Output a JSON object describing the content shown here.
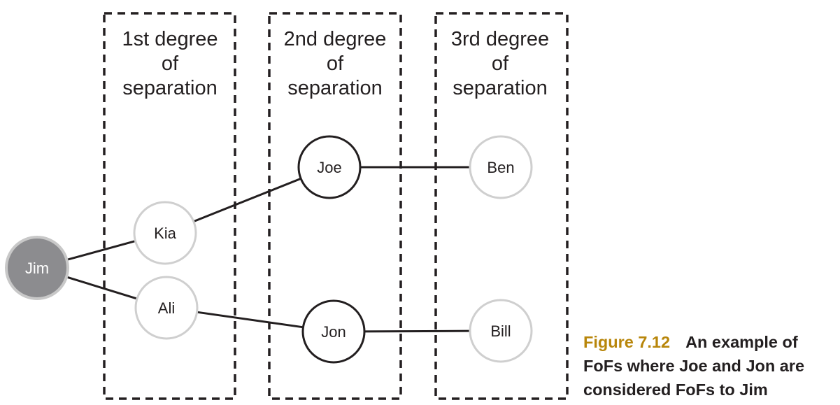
{
  "diagram": {
    "boxes": [
      {
        "id": "first",
        "heading": [
          "1st degree",
          "of",
          "separation"
        ]
      },
      {
        "id": "second",
        "heading": [
          "2nd degree",
          "of",
          "separation"
        ]
      },
      {
        "id": "third",
        "heading": [
          "3rd degree",
          "of",
          "separation"
        ]
      }
    ],
    "nodes": [
      {
        "id": "jim",
        "label": "Jim",
        "style": "root"
      },
      {
        "id": "kia",
        "label": "Kia",
        "style": "light"
      },
      {
        "id": "ali",
        "label": "Ali",
        "style": "light"
      },
      {
        "id": "joe",
        "label": "Joe",
        "style": "dark-outline"
      },
      {
        "id": "jon",
        "label": "Jon",
        "style": "dark-outline"
      },
      {
        "id": "ben",
        "label": "Ben",
        "style": "light"
      },
      {
        "id": "bill",
        "label": "Bill",
        "style": "light"
      }
    ],
    "edges": [
      [
        "jim",
        "kia"
      ],
      [
        "jim",
        "ali"
      ],
      [
        "kia",
        "joe"
      ],
      [
        "ali",
        "jon"
      ],
      [
        "joe",
        "ben"
      ],
      [
        "jon",
        "bill"
      ]
    ],
    "colors": {
      "root_fill": "#8c8c8f",
      "root_stroke": "#c8c8c8",
      "light_stroke": "#cfcfcf",
      "dark_stroke": "#231f20",
      "edge": "#231f20",
      "box_dash": "#231f20"
    }
  },
  "caption": {
    "figure_number": "Figure 7.12",
    "text": "An example of FoFs where Joe and Jon are considered FoFs to Jim",
    "number_color": "#b8860b"
  }
}
